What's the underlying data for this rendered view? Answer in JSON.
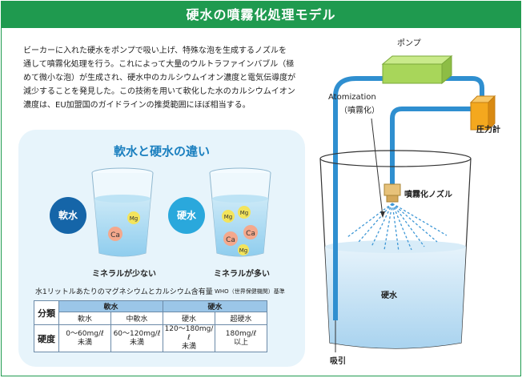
{
  "header": {
    "title": "硬水の噴霧化処理モデル"
  },
  "intro": {
    "lines": [
      "ビーカーに入れた硬水をポンプで吸い上げ、特殊な泡を生成するノズルを",
      "通して噴霧化処理を行う。これによって大量のウルトラファインバブル（極",
      "めて微小な泡）が生成され、硬水中のカルシウムイオン濃度と電気伝導度が",
      "減少することを発見した。この技術を用いて軟化した水のカルシウムイオン",
      "濃度は、EU加盟国のガイドラインの推奨範囲にほぼ相当する。"
    ]
  },
  "comparison": {
    "title": "軟水と硬水の違い",
    "soft": {
      "label": "軟水",
      "caption": "ミネラルが少ない",
      "minerals": [
        "Mg",
        "Ca"
      ]
    },
    "hard": {
      "label": "硬水",
      "caption": "ミネラルが多い",
      "minerals": [
        "Mg",
        "Mg",
        "Ca",
        "Ca",
        "Mg"
      ]
    },
    "colors": {
      "soft": "#1565a8",
      "hard": "#2aa8dc",
      "mg": "#f3e45c",
      "ca": "#f4a88c",
      "panel": "#e7f4fb"
    }
  },
  "table": {
    "caption": "水1リットルあたりのマグネシウムとカルシウム含有量",
    "source": "WHO（世界保健機関）基準",
    "row_headers": {
      "class": "分類",
      "hardness": "硬度"
    },
    "groups": [
      {
        "name": "軟水",
        "subs": [
          {
            "name": "軟水",
            "range": "0〜60mg/ℓ",
            "note": "未満"
          },
          {
            "name": "中軟水",
            "range": "60〜120mg/ℓ",
            "note": "未満"
          }
        ]
      },
      {
        "name": "硬水",
        "subs": [
          {
            "name": "硬水",
            "range": "120〜180mg/ℓ",
            "note": "未満"
          },
          {
            "name": "超硬水",
            "range": "180mg/ℓ",
            "note": "以上"
          }
        ]
      }
    ]
  },
  "diagram": {
    "pump": "ポンプ",
    "gauge": "圧力計",
    "atomization": "Atomization",
    "atomization_jp": "（噴霧化）",
    "nozzle": "噴霧化ノズル",
    "water": "硬水",
    "suction": "吸引",
    "colors": {
      "pump": "#a8d65a",
      "gauge": "#f4a81e",
      "pipe": "#2f8fd0",
      "water": "#cfe6f7"
    }
  }
}
